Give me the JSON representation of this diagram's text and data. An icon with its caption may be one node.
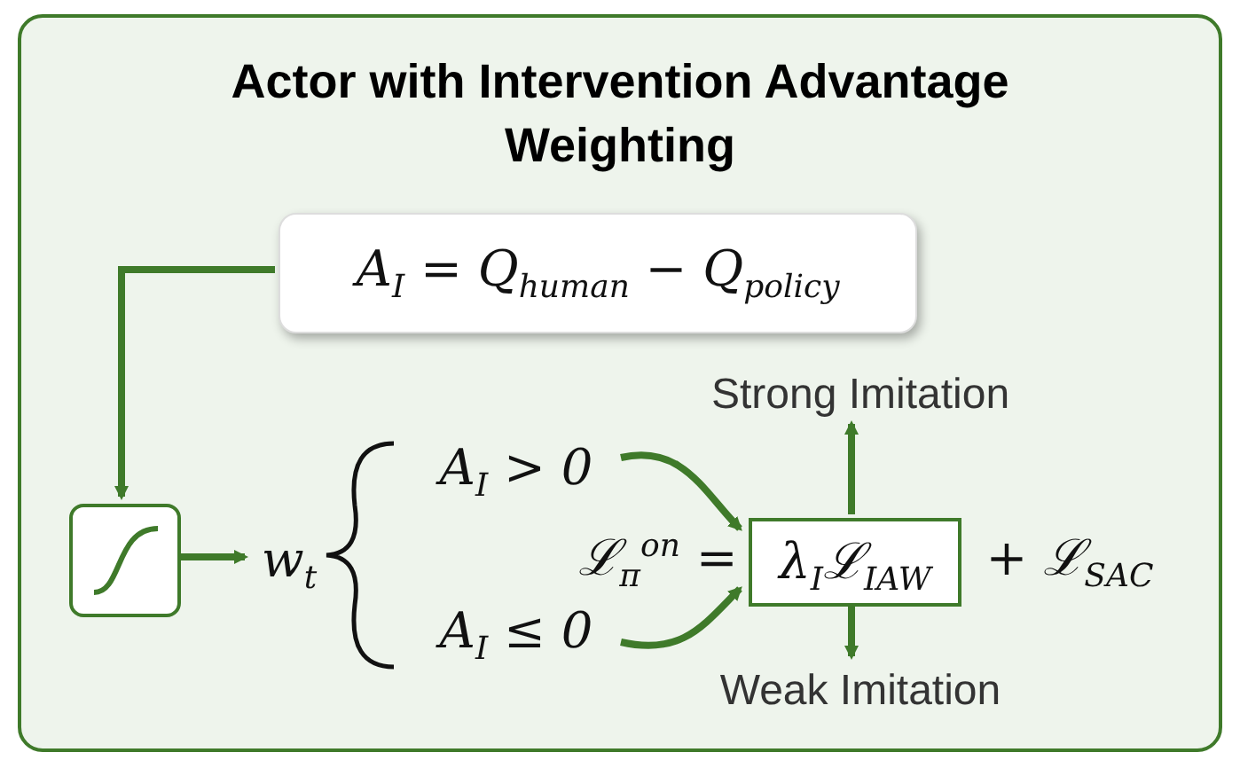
{
  "diagram": {
    "nodes": [
      {
        "text": [
          "Actor with Intervention Advantage Weighting"
        ]
      },
      {
        "text": [
          "A$_{I}$ = Q$_{human}$ − Q$_{policy}$"
        ],
        "in": 0
      },
      {
        "text": [],
        "shape": "box",
        "in": 0
      },
      {
        "text": [
          "w$_{t}$"
        ],
        "in": 0
      },
      {
        "text": [
          "A$_{I}$ > 0"
        ],
        "in": 0
      },
      {
        "text": [
          "A$_{I}$ ≤ 0"
        ],
        "in": 0
      },
      {
        "text": [
          "λ$_{I}$ℒ$_{IAW}$"
        ],
        "in": 0
      },
      {
        "text": [
          "Strong Imitation"
        ],
        "in": 0
      },
      {
        "text": [
          "Weak Imitation"
        ],
        "in": 0
      }
    ],
    "edges": [
      {
        "from": 1,
        "to": 2,
        "arrow": "to"
      },
      {
        "from": 2,
        "to": 3,
        "arrow": "to"
      },
      {
        "from": 4,
        "to": 6,
        "arrow": "to"
      },
      {
        "from": 5,
        "to": 6,
        "arrow": "to"
      },
      {
        "from": 6,
        "to": 7,
        "arrow": "to"
      },
      {
        "from": 6,
        "to": 8,
        "arrow": "to"
      }
    ],
    "labels": [
      "ℒ$_{π}$$^{on}$ =",
      "+ ℒ$_{SAC}$"
    ]
  }
}
